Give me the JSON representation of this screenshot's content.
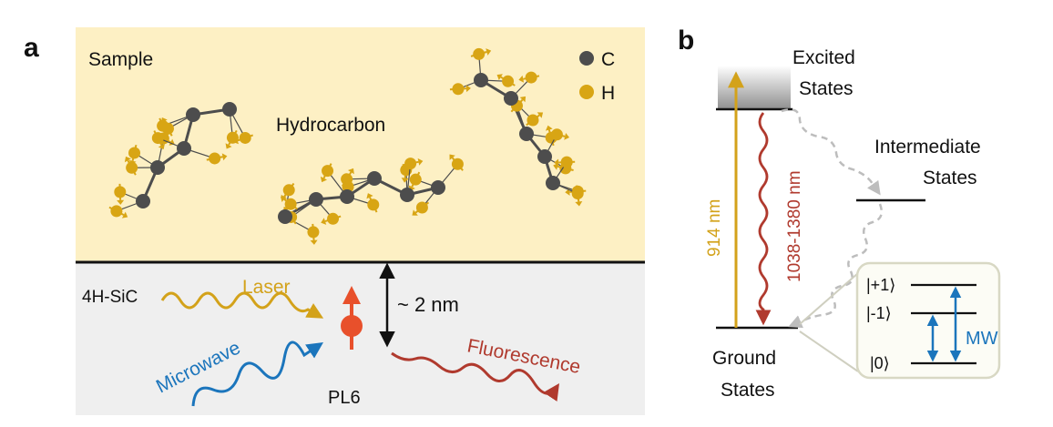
{
  "panel_a": {
    "label": "a",
    "sample_label": "Sample",
    "molecule_label": "Hydrocarbon",
    "legend": {
      "carbon": "C",
      "hydrogen": "H"
    },
    "substrate_label": "4H-SiC",
    "laser_label": "Laser",
    "microwave_label": "Microwave",
    "defect_label": "PL6",
    "fluorescence_label": "Fluorescence",
    "depth_label": "~ 2 nm"
  },
  "panel_b": {
    "label": "b",
    "excited_line1": "Excited",
    "excited_line2": "States",
    "intermediate_line1": "Intermediate",
    "intermediate_line2": "States",
    "ground_line1": "Ground",
    "ground_line2": "States",
    "excitation_wavelength": "914 nm",
    "emission_wavelength": "1038-1380 nm",
    "spin_plus1": "|+1⟩",
    "spin_minus1": "|-1⟩",
    "spin_zero": "|0⟩",
    "mw_label": "MW"
  },
  "colors": {
    "sample_bg": "#fdf0c4",
    "substrate_bg": "#efefef",
    "carbon": "#4d4d4d",
    "hydrogen": "#d8a514",
    "laser": "#d3a21a",
    "microwave": "#1b75bc",
    "fluorescence": "#b03a2e",
    "spin": "#e8502b",
    "dashed": "#bdbdbd",
    "box_border": "#d8d8c4",
    "box_bg": "#fcfcf5"
  }
}
